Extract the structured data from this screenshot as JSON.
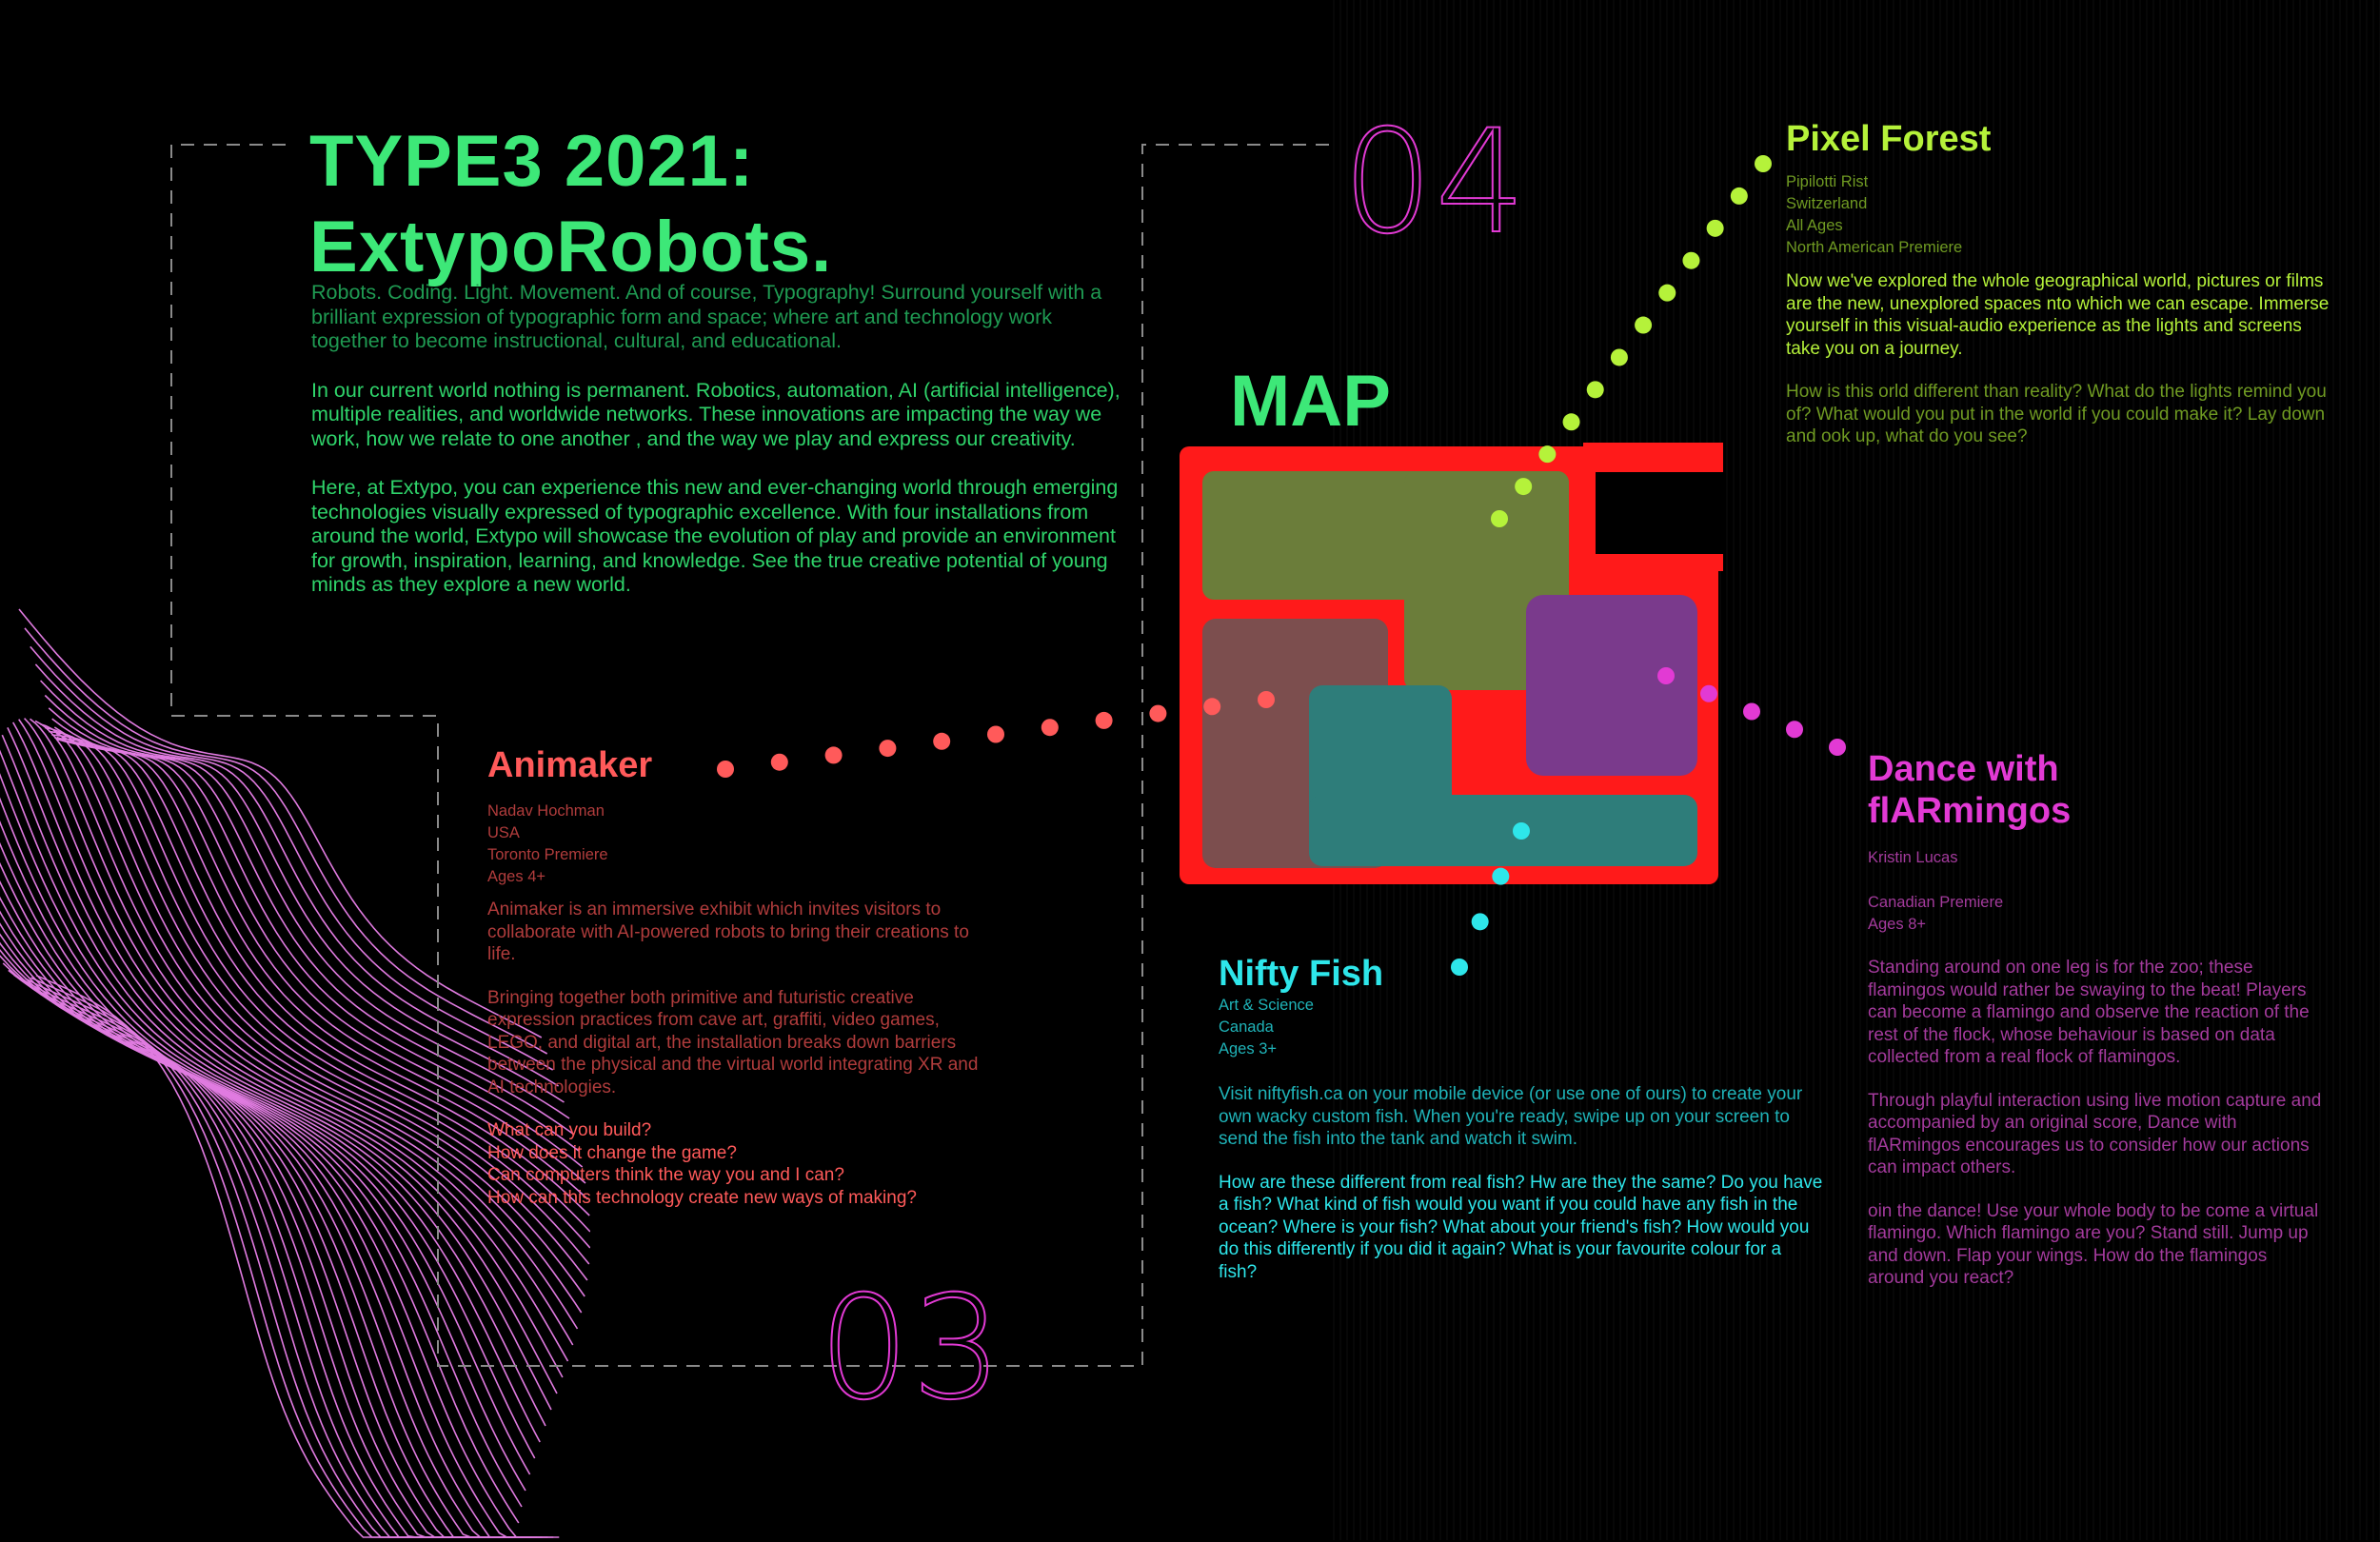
{
  "header": {
    "title_line1": "TYPE3 2021:",
    "title_line2": "ExtypoRobots."
  },
  "intro": {
    "p1": "Robots. Coding. Light. Movement. And of course, Typography! Surround yourself with a brilliant expression of typographic form and space; where art and technology work together to become instructional, cultural, and educational.",
    "p2": "In our current world nothing is permanent. Robotics, automation, AI (artificial intelligence), multiple realities, and worldwide networks. These innovations are impacting the way we work, how we relate to one another , and  the way we play and express our  creativity.",
    "p3": "Here, at Extypo, you can experience this new and ever-changing world through emerging technologies visually expressed of typographic  excellence.  With four installations from around the world, Extypo  will showcase the evolution  of play and provide an environment for growth, inspiration, learning, and knowledge. See the true creative potential of young minds as they explore a new world."
  },
  "page_numbers": {
    "left": "03",
    "right": "04"
  },
  "map": {
    "title": "MAP"
  },
  "animaker": {
    "title": "Animaker",
    "meta": [
      "Nadav Hochman",
      "USA",
      "Toronto Premiere",
      "Ages 4+"
    ],
    "p1": "Animaker is an immersive exhibit which invites visitors to collaborate with AI-powered robots to bring their creations to life.",
    "p2": "Bringing together both primitive and futuristic creative expression practices from cave art, graffiti, video games, LEGO, and digital art, the installation breaks down barriers between the physical and the virtual world integrating XR and AI technologies.",
    "questions": [
      "What can you build?",
      "How does it change the game?",
      "Can computers think the way you and I can?",
      "How can this technology create new ways of making?"
    ]
  },
  "nifty_fish": {
    "title": "Nifty Fish",
    "meta": [
      "Art & Science",
      "Canada",
      "Ages 3+"
    ],
    "p1": "Visit niftyfish.ca on your mobile device (or use one of ours) to create your own wacky custom fish. When you're ready, swipe up on your screen to send the fish into the tank and watch it swim.",
    "p2": "How are these different from real fish? Hw   are they the same? Do you have a fish? What kind of fish would you want if you could have any fish in the ocean? Where is your fish? What about your friend's fish? How would you do this differently if you did it again? What is your favourite colour for a fish?"
  },
  "pixel_forest": {
    "title": "Pixel Forest",
    "meta": [
      "Pipilotti Rist",
      "Switzerland",
      "All Ages",
      "North American Premiere"
    ],
    "p1": "Now we've explored the whole geographical world, pictures or films are the new, unexplored spaces  nto which we can escape. Immerse yourself in this visual-audio experience as the lights and screens take you on a journey.",
    "p2": "How is this    orld different than reality? What do the lights remind you of? What would you put in the world if you could make it? Lay down and  ook up, what do you see?"
  },
  "flarmingos": {
    "title_line1": "Dance with",
    "title_line2": "flARmingos",
    "meta1": "Kristin Lucas",
    "meta2": "Canadian Premiere",
    "meta3": "Ages 8+",
    "p1": "Standing around on one leg is for the zoo; these flamingos would rather be swaying to the beat! Players can become a flamingo and observe the reaction of the rest of the flock, whose behaviour is based on data collected from a real flock of flamingos.",
    "p2": "Through playful interaction using live motion capture and accompanied by an original score, Dance with flARmingos encourages us to consider how our actions can impact others.",
    "p3": "  oin the dance! Use your whole body to be come a virtual flamingo. Which flamingo are you? Stand still. Jump up and down. Flap your wings. How do the flamingos around you react?"
  },
  "colors": {
    "green": "#3de878",
    "red": "#ff5a5a",
    "cyan": "#2ee6ea",
    "lime": "#b5f23a",
    "magenta": "#e23ad4",
    "map_frame": "#ff1a1a"
  }
}
